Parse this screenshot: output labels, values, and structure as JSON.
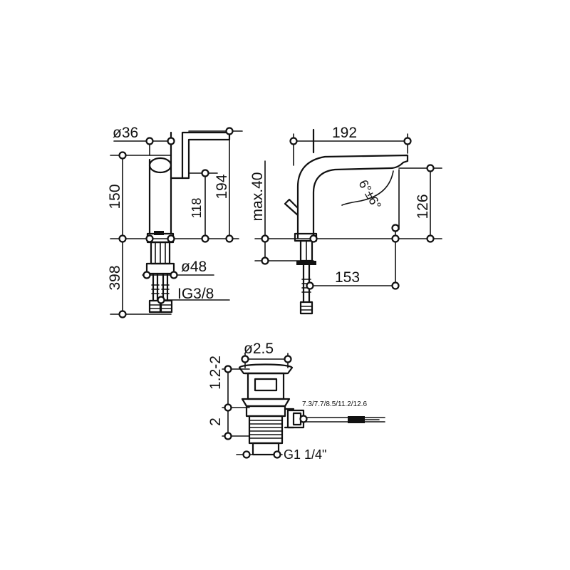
{
  "side_view": {
    "dim_handle_dia": "ø36",
    "dim_height_total": "150",
    "dim_height_lever": "194",
    "dim_height_inner": "118",
    "dim_below_deck": "398",
    "dim_base_dia": "ø48",
    "dim_connection": "IG3/8"
  },
  "front_view": {
    "dim_reach_total": "192",
    "dim_deck_thickness": "max.40",
    "dim_spout_height": "126",
    "dim_spray_angle": "6°±6°",
    "dim_spout_reach": "153"
  },
  "drain": {
    "dim_head_dia": "ø2.5",
    "dim_adjust_range": "1.2-2",
    "dim_body": "2",
    "dim_rod_lengths": "7.3/7.7/8.5/11.2/12.6",
    "dim_thread": "G1 1/4\""
  },
  "colors": {
    "ink": "#111111",
    "paper": "#ffffff"
  }
}
